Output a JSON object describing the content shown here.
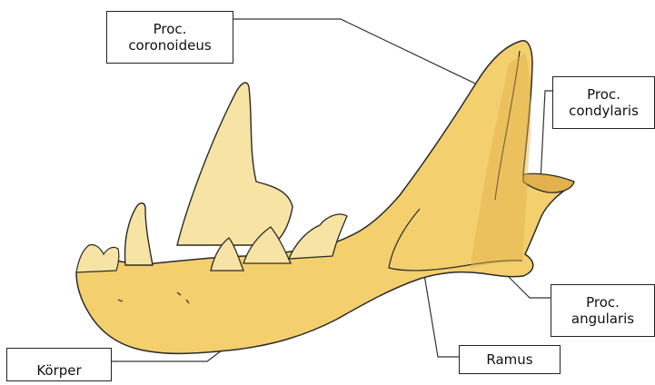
{
  "diagram": {
    "colors": {
      "bone_fill": "#f3cf6e",
      "bone_shade": "#e2b04c",
      "tooth_fill": "#f7e4a4",
      "outline": "#2a2a2a",
      "leader": "#333333"
    },
    "labels": {
      "coronoid": [
        "Proc.",
        "coronoideus"
      ],
      "condylar": [
        "Proc.",
        "condylaris"
      ],
      "angular": [
        "Proc.",
        "angularis"
      ],
      "ramus": "Ramus",
      "body": "Körper"
    }
  }
}
